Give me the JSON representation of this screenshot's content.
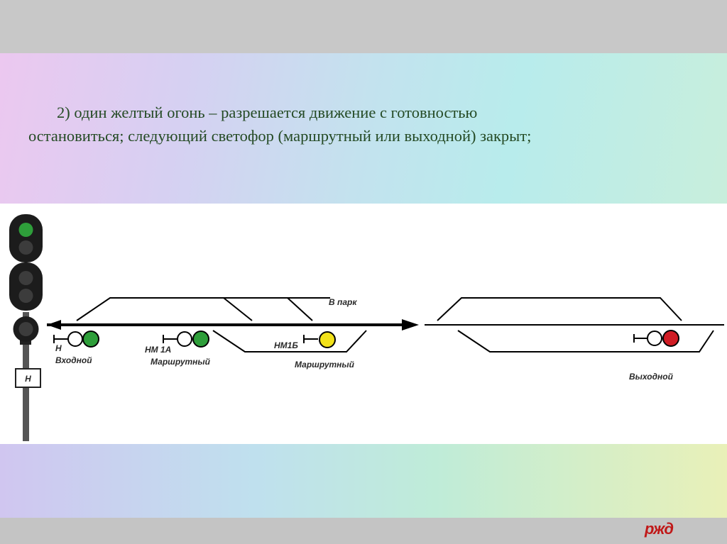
{
  "slide": {
    "paragraph_line1": "2) один желтый огонь – разрешается движение с готовностью",
    "paragraph_line2": "остановиться; следующий светофор (маршрутный или выходной) закрыт;"
  },
  "diagram": {
    "park_label": "В парк",
    "signal_entry_letter": "Н",
    "signal_entry_name": "Входной",
    "signal_route1_code": "НМ 1А",
    "signal_route1_name": "Маршрутный",
    "signal_route2_code": "НМ1Б",
    "signal_route2_name": "Маршрутный",
    "signal_exit_name": "Выходной",
    "mast_plate_letter": "Н",
    "colors": {
      "green": "#2e9e3a",
      "yellow": "#f2e21a",
      "red": "#d01c24",
      "off": "#3c3c3c"
    }
  },
  "logo": {
    "text": "ржд"
  }
}
